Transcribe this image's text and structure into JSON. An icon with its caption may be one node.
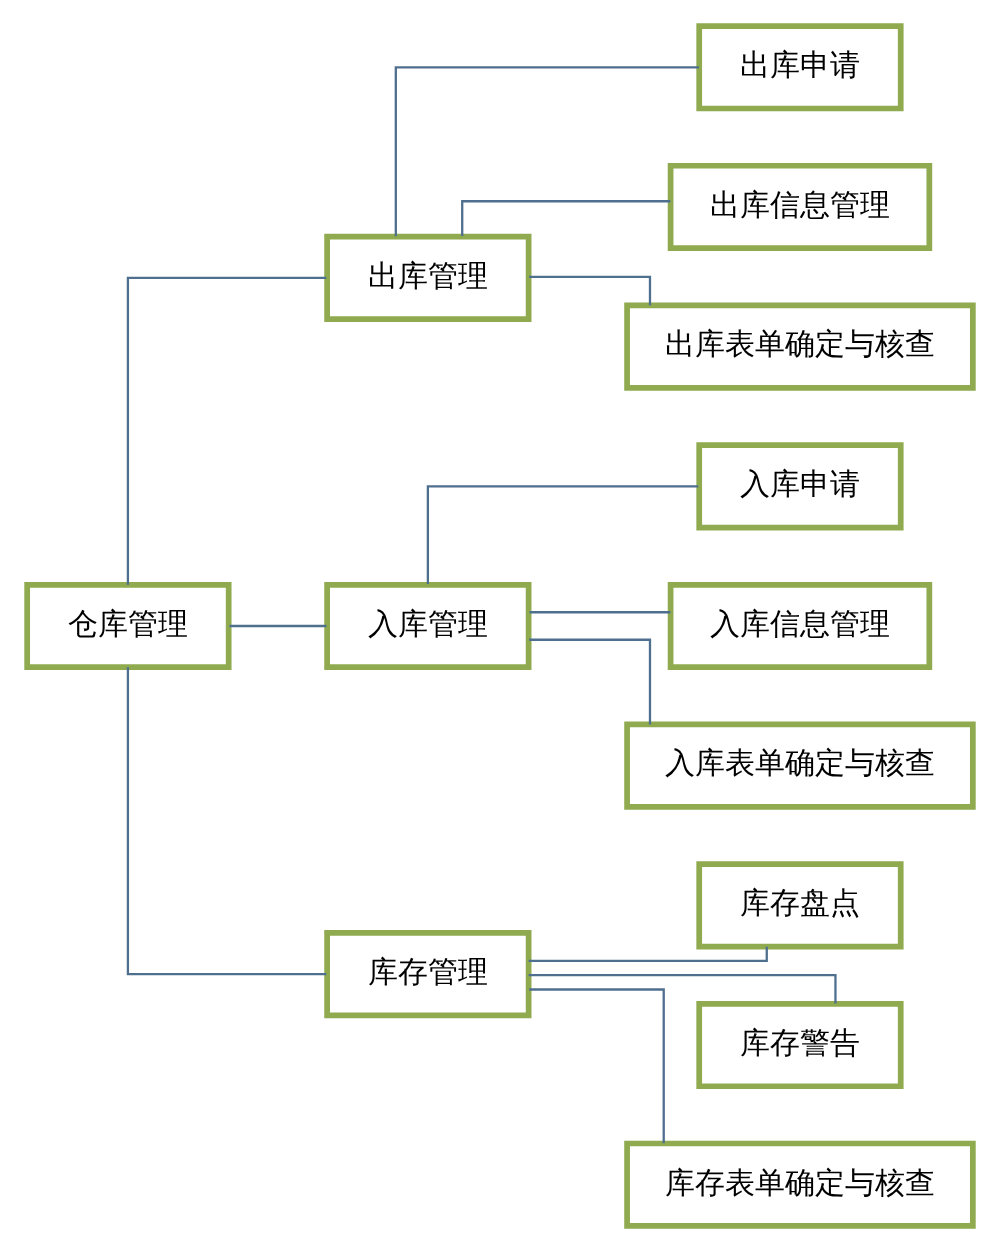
{
  "diagram": {
    "nodes": [
      {
        "text": [
          "仓库管理"
        ]
      },
      {
        "text": [
          "出库管理"
        ]
      },
      {
        "text": [
          "出库申请"
        ]
      },
      {
        "text": [
          "出库信息管理"
        ]
      },
      {
        "text": [
          "出库表单确定与核查"
        ]
      },
      {
        "text": [
          "入库管理"
        ]
      },
      {
        "text": [
          "入库申请"
        ]
      },
      {
        "text": [
          "入库信息管理"
        ]
      },
      {
        "text": [
          "入库表单确定与核查"
        ]
      },
      {
        "text": [
          "库存管理"
        ]
      },
      {
        "text": [
          "库存盘点"
        ]
      },
      {
        "text": [
          "库存警告"
        ]
      },
      {
        "text": [
          "库存表单确定与核查"
        ]
      }
    ],
    "edges": [
      {
        "from": 0,
        "to": 1,
        "arrow": "none"
      },
      {
        "from": 1,
        "to": 2,
        "arrow": "none"
      },
      {
        "from": 1,
        "to": 3,
        "arrow": "none"
      },
      {
        "from": 1,
        "to": 4,
        "arrow": "none"
      },
      {
        "from": 0,
        "to": 5,
        "arrow": "none"
      },
      {
        "from": 5,
        "to": 6,
        "arrow": "none"
      },
      {
        "from": 5,
        "to": 7,
        "arrow": "none"
      },
      {
        "from": 5,
        "to": 8,
        "arrow": "none"
      },
      {
        "from": 0,
        "to": 9,
        "arrow": "none"
      },
      {
        "from": 9,
        "to": 10,
        "arrow": "none"
      },
      {
        "from": 9,
        "to": 11,
        "arrow": "none"
      },
      {
        "from": 9,
        "to": 12,
        "arrow": "none"
      }
    ]
  }
}
